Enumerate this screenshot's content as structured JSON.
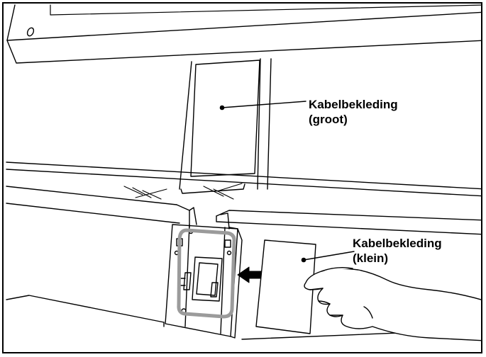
{
  "callouts": {
    "large": {
      "line1": "Kabelbekleding",
      "line2": "(groot)"
    },
    "small": {
      "line1": "Kabelbekleding",
      "line2": "(klein)"
    }
  },
  "colors": {
    "stroke": "#000000",
    "highlight": "#9b9b9b",
    "background": "#ffffff"
  },
  "icons": [
    "arrow-left-icon",
    "hand-illustration"
  ]
}
